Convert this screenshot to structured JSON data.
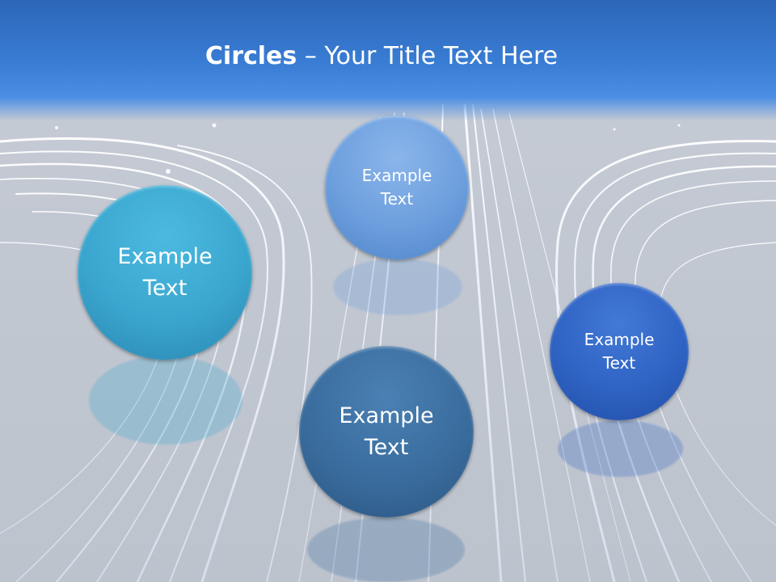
{
  "slide": {
    "title_bold": "Circles",
    "title_rest": " – Your Title Text Here"
  },
  "circles": [
    {
      "label": "Example\nText",
      "color": "#3aa6cf"
    },
    {
      "label": "Example\nText",
      "color": "#6d9fde"
    },
    {
      "label": "Example\nText",
      "color": "#3a6d9e"
    },
    {
      "label": "Example\nText",
      "color": "#2f63c4"
    }
  ],
  "colors": {
    "header": "#3a7ed6",
    "background": "#c3c9d3",
    "light_trails": "#ffffff"
  }
}
